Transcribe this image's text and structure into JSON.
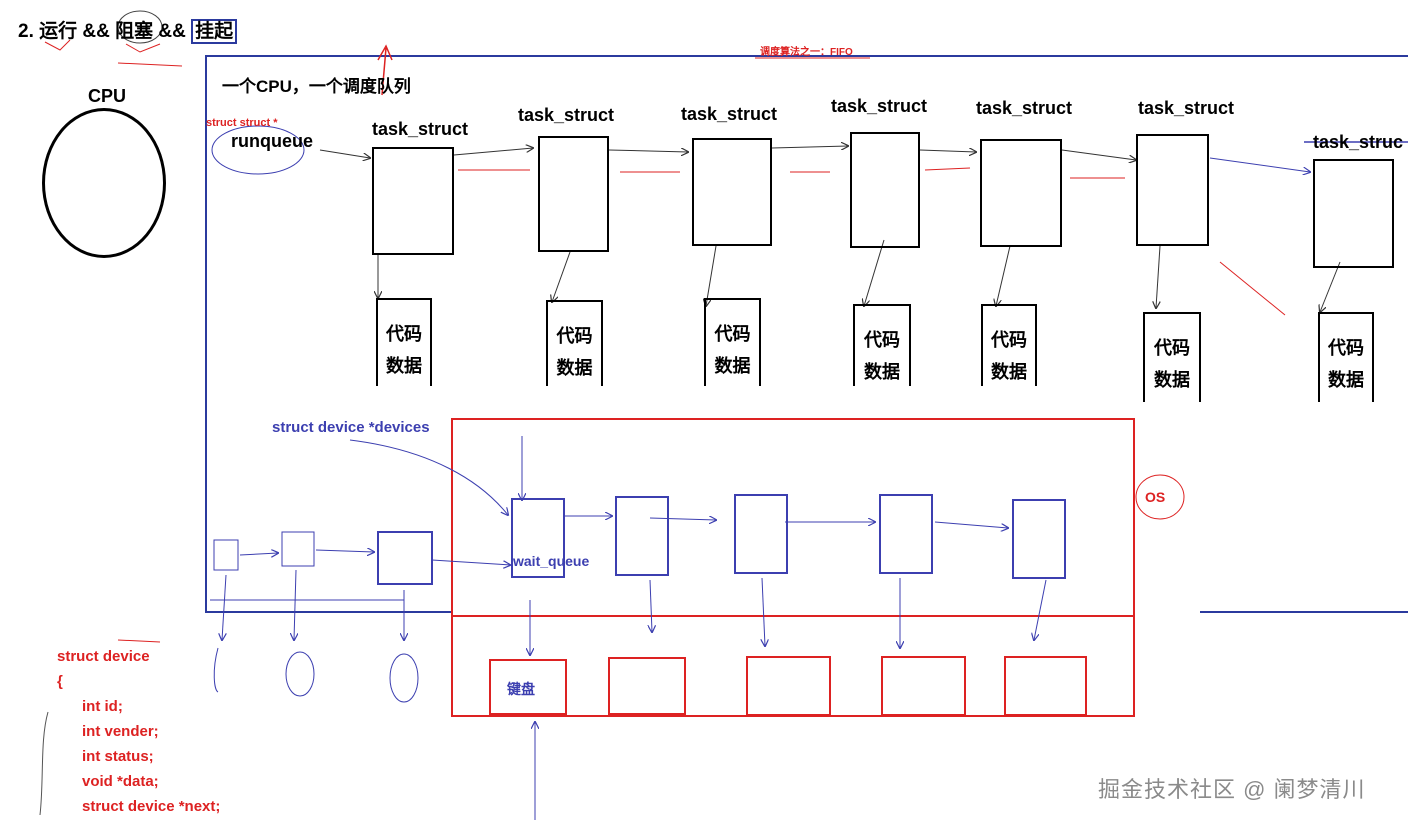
{
  "title": {
    "prefix": "2. 运行 && ",
    "blocked": "阻塞",
    "mid": " && ",
    "suspend": "挂起"
  },
  "cpu_label": "CPU",
  "fifo_note": "调度算法之一：FIFO",
  "cpu_queue_title": "一个CPU，一个调度队列",
  "struct_note": "struct struct *",
  "runqueue_label": "runqueue",
  "tasks": [
    {
      "label": "task_struct",
      "code": "代码",
      "data": "数据"
    },
    {
      "label": "task_struct",
      "code": "代码",
      "data": "数据"
    },
    {
      "label": "task_struct",
      "code": "代码",
      "data": "数据"
    },
    {
      "label": "task_struct",
      "code": "代码",
      "data": "数据"
    },
    {
      "label": "task_struct",
      "code": "代码",
      "data": "数据"
    },
    {
      "label": "task_struct",
      "code": "代码",
      "data": "数据"
    },
    {
      "label": "task_struc",
      "code": "代码",
      "data": "数据"
    }
  ],
  "devices_label": "struct device *devices",
  "wait_queue_label": "wait_queue",
  "os_label": "OS",
  "keyboard_label": "键盘",
  "struct_device_code": [
    "struct device",
    "{",
    "int id;",
    "int vender;",
    "int status;",
    "void *data;",
    "struct device *next;"
  ],
  "watermark": "掘金技术社区 @ 阑梦清川",
  "colors": {
    "blue": "#3c3fb0",
    "red": "#dd2222",
    "frame": "#2b3a9e"
  }
}
